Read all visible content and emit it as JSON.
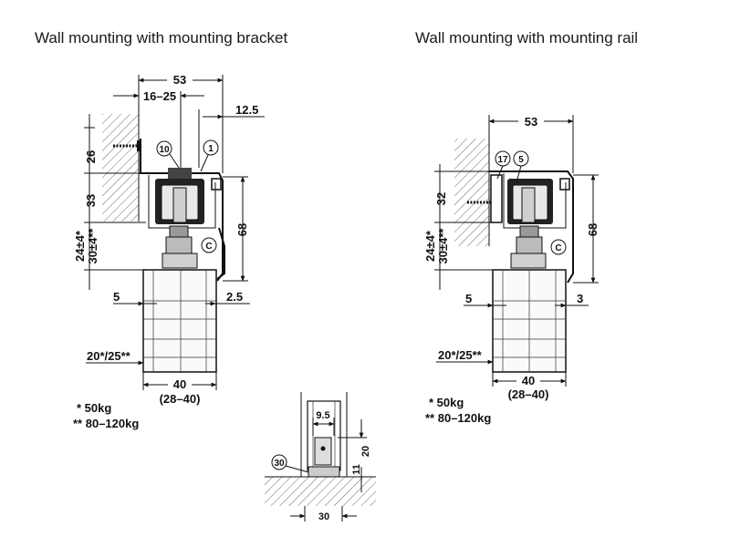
{
  "titles": {
    "left": "Wall mounting with mounting bracket",
    "right": "Wall mounting with mounting rail"
  },
  "left": {
    "dim_width": "53",
    "dim_range": "16–25",
    "dim_offset": "12.5",
    "dim_26": "26",
    "dim_33": "33",
    "dim_24": "24±4*",
    "dim_30": "30±4**",
    "dim_68": "68",
    "dim_5": "5",
    "dim_2_5": "2.5",
    "dim_20_25": "20*/25**",
    "dim_40": "40",
    "dim_28_40": "(28–40)",
    "callout_10": "10",
    "callout_1": "1",
    "callout_c": "C",
    "note_1": "* 50kg",
    "note_2": "** 80–120kg"
  },
  "right": {
    "dim_width": "53",
    "dim_32": "32",
    "dim_24": "24±4*",
    "dim_30": "30±4**",
    "dim_68": "68",
    "dim_5": "5",
    "dim_3": "3",
    "dim_20_25": "20*/25**",
    "dim_40": "40",
    "dim_28_40": "(28–40)",
    "callout_17": "17",
    "callout_5": "5",
    "callout_c": "C",
    "note_1": "* 50kg",
    "note_2": "** 80–120kg"
  },
  "bottom": {
    "dim_9_5": "9.5",
    "dim_20": "20",
    "dim_11": "11",
    "dim_30": "30",
    "callout_30": "30"
  }
}
